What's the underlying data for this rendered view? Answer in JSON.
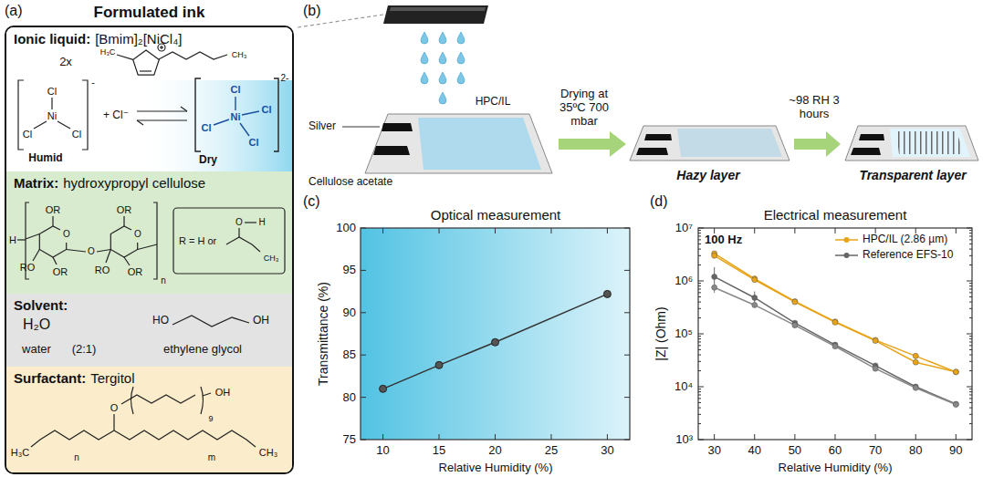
{
  "diagram": {
    "nodes": [
      {
        "text": [
          "Formulated ink"
        ]
      },
      {
        "text": [
          "Ionic liquid:",
          "[Bmim]₂[NiCl₄]"
        ],
        "in": 0
      },
      {
        "text": [
          "Matrix:",
          "hydroxypropyl cellulose"
        ],
        "in": 0
      },
      {
        "text": [
          "Solvent:"
        ],
        "in": 0
      },
      {
        "text": [
          "Surfactant:",
          "Tergitol"
        ],
        "in": 0
      }
    ],
    "labels": [
      "(a)",
      "2x",
      "H₃C",
      "CH₃",
      "Cl",
      "Cl",
      "Cl",
      "Ni",
      "-",
      "+ Cl⁻",
      "Humid",
      "Cl",
      "Cl",
      "Cl",
      "Cl",
      "Ni",
      "2-",
      "Dry",
      "H",
      "OR",
      "O",
      "RO",
      "OR",
      "O",
      "OR",
      "O",
      "RO",
      "OR",
      "n",
      "R = H or",
      "O",
      "H",
      "CH₃",
      "H₂O",
      "HO",
      "OH",
      "water",
      "(2:1)",
      "ethylene glycol",
      "O",
      "9",
      "OH",
      "H₃C",
      "n",
      "m",
      "CH₃",
      "(b)",
      "HPC/IL",
      "Silver",
      "Cellulose acetate",
      "Drying at 35ºC 700 mbar",
      "~98 RH 3 hours",
      "Hazy layer",
      "Transparent layer",
      "(c)",
      "Optical measurement",
      "Transmittance (%)",
      "Relative Humidity (%)",
      "75",
      "80",
      "85",
      "90",
      "95",
      "100",
      "10",
      "15",
      "20",
      "25",
      "30",
      "(d)",
      "Electrical measurement",
      "|Z| (Ohm)",
      "Relative Humidity (%)",
      "100 Hz",
      "10³",
      "10⁴",
      "10⁵",
      "10⁶",
      "10⁷",
      "30",
      "40",
      "50",
      "60",
      "70",
      "80",
      "90"
    ],
    "legend": [
      {
        "text": "HPC/IL (2.86 µm)"
      },
      {
        "text": "Reference EFS-10"
      }
    ]
  }
}
